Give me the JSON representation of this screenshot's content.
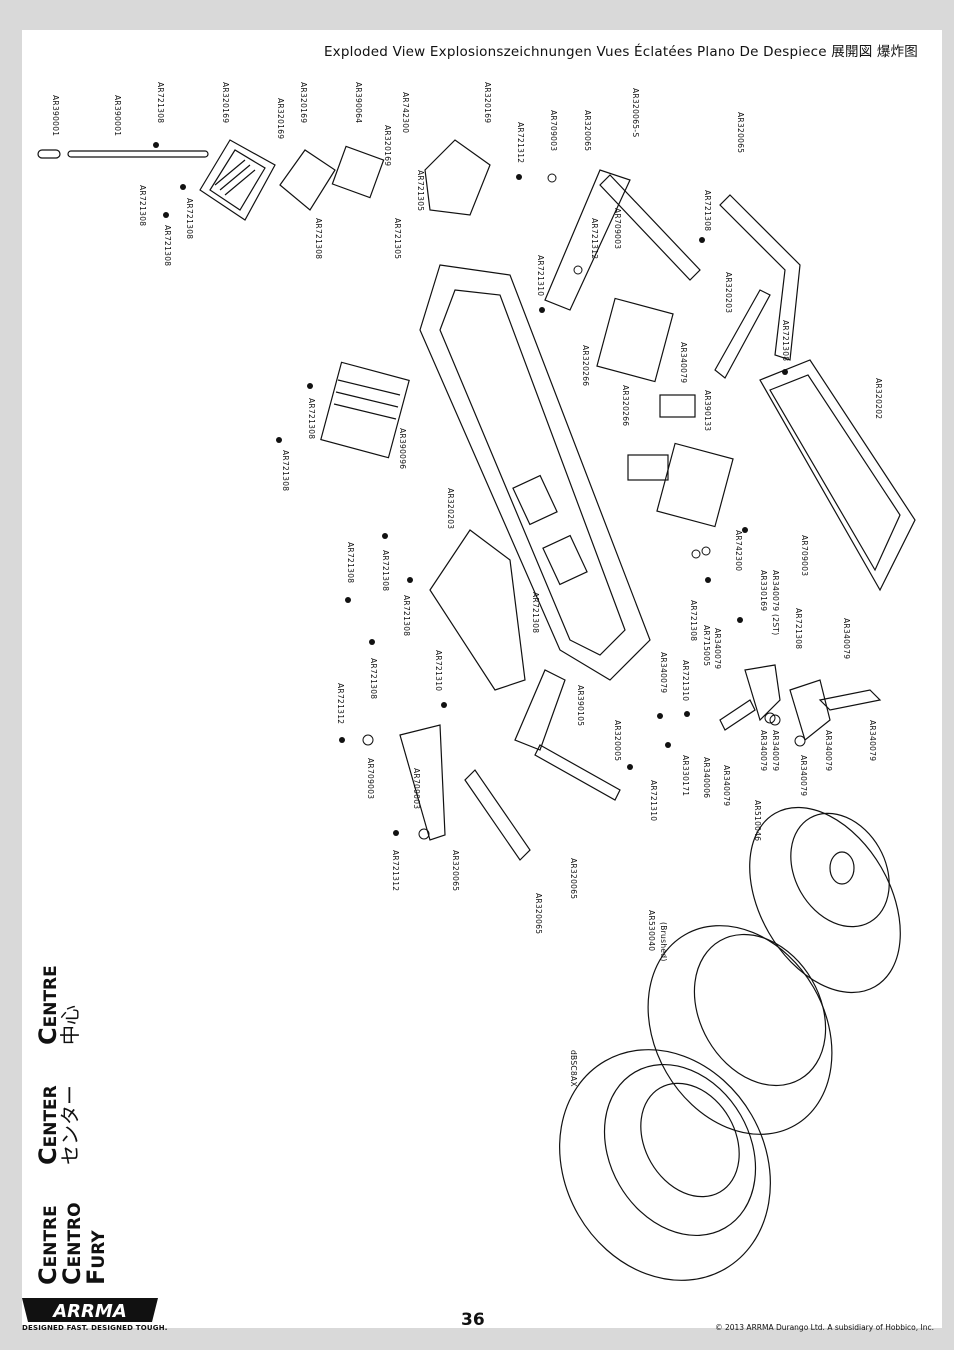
{
  "header": {
    "title": "Exploded View  Explosionszeichnungen  Vues Éclatées  Plano De Despiece  展開図  爆炸图"
  },
  "side_titles": {
    "col1_line1": "Centre",
    "col1_line2": "Centro",
    "col1_line3": "Fury",
    "col2_line1": "Center",
    "col2_line2": "センター",
    "col3_line1": "Centre",
    "col3_line2": "中心"
  },
  "part_labels": [
    "AR390001",
    "AR390001",
    "AR721308",
    "AR320169",
    "AR320169",
    "AR320169",
    "AR390064",
    "AR742300",
    "AR320169",
    "AR320169",
    "AR721305",
    "AR721305",
    "AR721312",
    "AR709003",
    "AR320065",
    "AR320065-S",
    "AR320065",
    "AR721308",
    "AR721308",
    "AR721308",
    "AR721308",
    "AR721310",
    "AR721312",
    "AR709003",
    "AR721308",
    "AR320203",
    "AR721308",
    "AR320202",
    "AR340079",
    "AR320266",
    "AR320266",
    "AR390133",
    "AR721308",
    "AR721308",
    "AR390096",
    "AR320203",
    "AR721308",
    "AR721308",
    "AR721308",
    "AR721308",
    "AR721310",
    "AR721312",
    "AR709003",
    "AR709003",
    "AR721312",
    "AR320065",
    "AR320065",
    "AR320065",
    "AR721308",
    "AR390105",
    "AR320005",
    "AR340079",
    "AR721308",
    "AR721310",
    "AR715005",
    "AR340079",
    "AR742300",
    "AR330169",
    "AR340079 (2ST)",
    "AR709003",
    "AR721308",
    "AR340079",
    "AR721310",
    "AR330171",
    "AR340006",
    "AR340079",
    "AR340079",
    "AR340079",
    "AR340079",
    "AR340079",
    "AR340079",
    "AR510046",
    "AR530040",
    "(Brushed)",
    "dBSC8AX"
  ],
  "footer": {
    "page_number": "36",
    "copyright": "© 2013 ARRMA Durango Ltd. A subsidiary of Hobbico, Inc.",
    "logo_text": "ARRMA",
    "tagline": "DESIGNED FAST. DESIGNED TOUGH."
  },
  "colors": {
    "background": "#d9d9d9",
    "sheet": "#ffffff",
    "ink": "#111111"
  }
}
